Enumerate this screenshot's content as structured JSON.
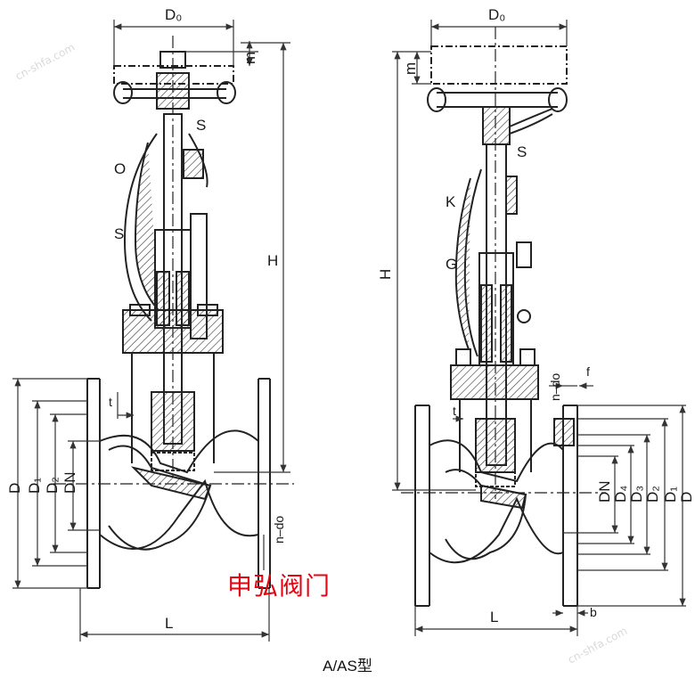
{
  "caption": "A/AS型",
  "brand_mark": "申弘阀门",
  "watermark_ghost": "cn-shfa.com",
  "colors": {
    "line": "#222222",
    "hatch": "#333333",
    "brand": "#e30613",
    "dim": "#333333"
  },
  "left_view": {
    "labels": {
      "d0": "D₀",
      "m": "m",
      "s_top": "S",
      "o": "O",
      "s_mid": "S",
      "h": "H",
      "t": "t",
      "n_do": "n–do",
      "d": "D",
      "d1": "D₁",
      "d2": "D₂",
      "dn": "DN",
      "l": "L"
    }
  },
  "right_view": {
    "labels": {
      "d0": "D₀",
      "m": "m",
      "s": "S",
      "k": "K",
      "g": "G",
      "h": "H",
      "f": "f",
      "n_do": "n–do",
      "t": "t",
      "dn": "DN",
      "d4": "D₄",
      "d3": "D₃",
      "d2": "D₂",
      "d1": "D₁",
      "d": "D",
      "l": "L",
      "b": "b"
    }
  }
}
